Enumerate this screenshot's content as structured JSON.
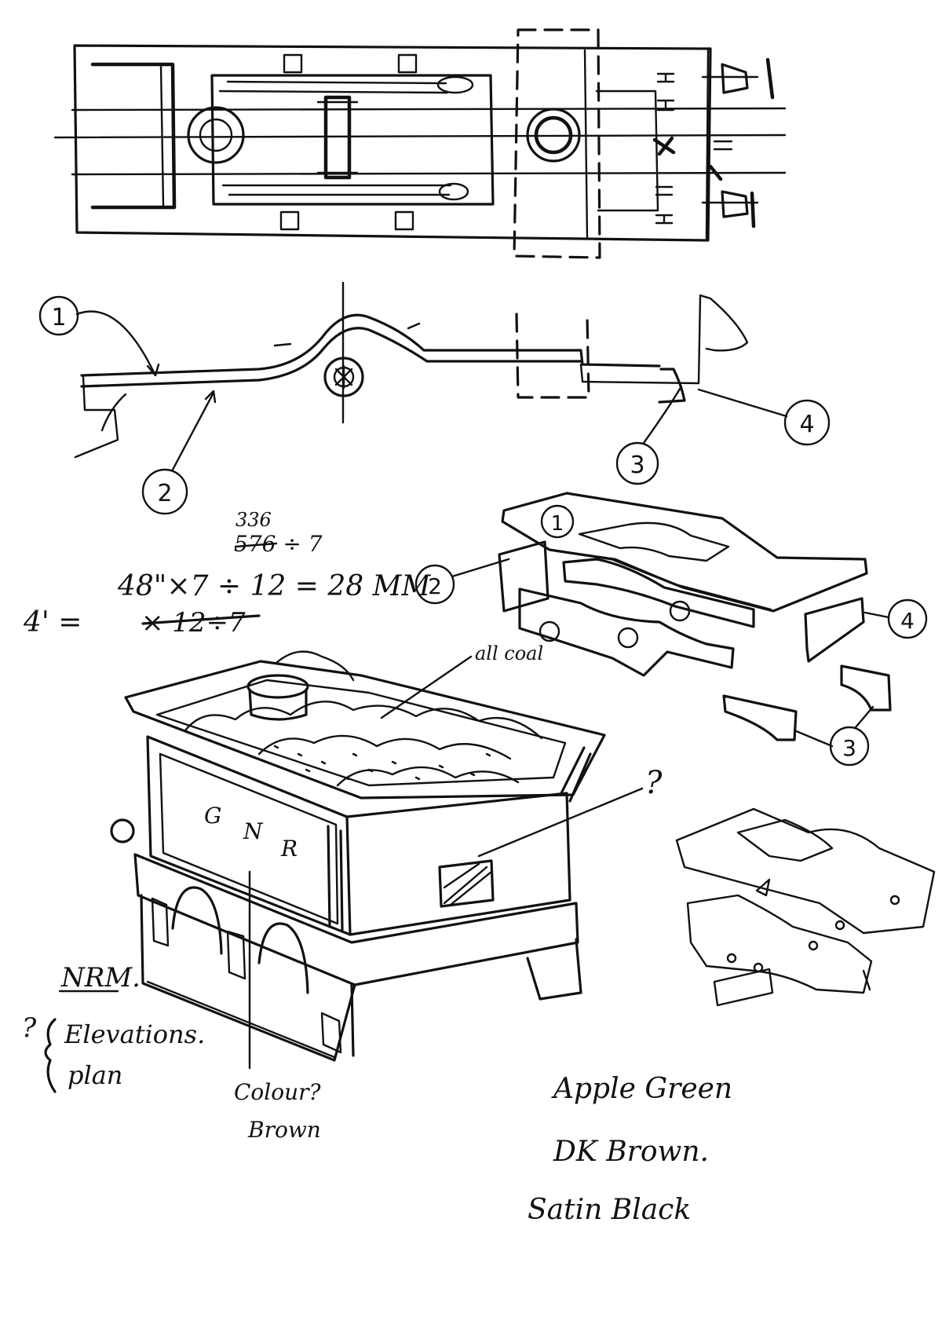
{
  "callouts": {
    "one": "1",
    "two": "2",
    "three": "3",
    "four": "4"
  },
  "calc": {
    "line_top": "336",
    "line_mid": "576 ÷ 7",
    "line_main": "48\"×7 ÷ 12 = 28 MM",
    "line_feet": "4' = ",
    "line_struck": "× 12÷7"
  },
  "tender": {
    "lettering": [
      "G",
      "N",
      "R"
    ],
    "coal_note": "all coal",
    "query": "?"
  },
  "notes": {
    "nrm": "NRM.",
    "query_mark": "?",
    "elevations": "Elevations.",
    "plan": "plan",
    "colour_q": "Colour?",
    "colour_a": "Brown"
  },
  "colours_list": [
    "Apple Green",
    "DK Brown.",
    "Satin Black"
  ]
}
